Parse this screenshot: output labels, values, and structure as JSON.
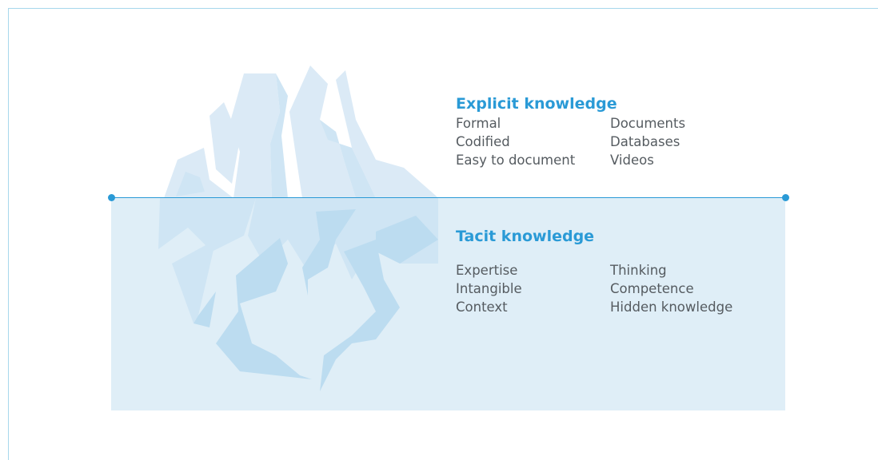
{
  "colors": {
    "accent": "#2a9ad6",
    "water": "#dfeef7",
    "ice_light": "#dbeaf6",
    "ice_mid": "#cfe5f4",
    "ice_dark": "#bcdcf0",
    "text": "#555b60"
  },
  "explicit": {
    "title": "Explicit knowledge",
    "left_items": [
      "Formal",
      "Codified",
      "Easy to document"
    ],
    "right_items": [
      "Documents",
      "Databases",
      "Videos"
    ]
  },
  "tacit": {
    "title": "Tacit knowledge",
    "left_items": [
      "Expertise",
      "Intangible",
      "Context"
    ],
    "right_items": [
      "Thinking",
      "Competence",
      "Hidden knowledge"
    ]
  }
}
